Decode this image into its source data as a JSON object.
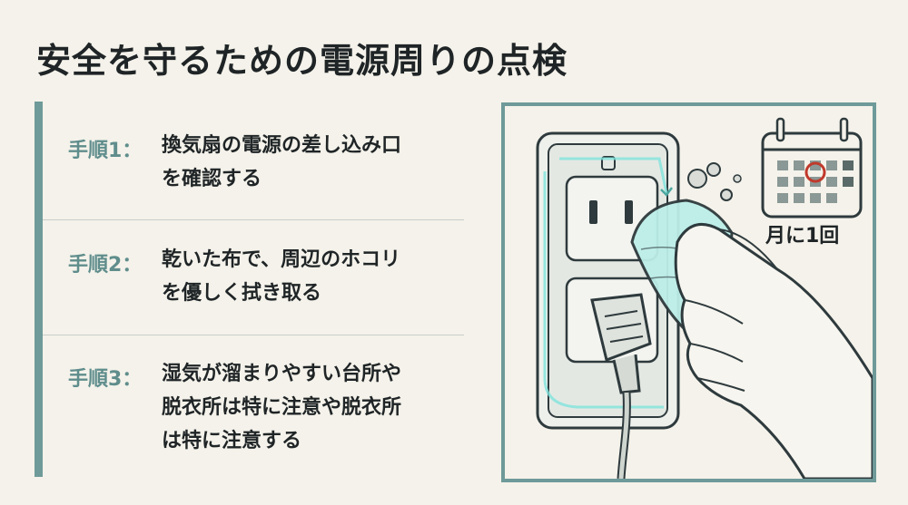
{
  "title": "安全を守るための電源周りの点検",
  "steps": [
    {
      "label": "手順1：",
      "lines": [
        "換気扇の電源の差し込み口",
        "を確認する"
      ]
    },
    {
      "label": "手順2：",
      "lines": [
        "乾いた布で、周辺のホコリ",
        "を優しく拭き取る"
      ]
    },
    {
      "label": "手順3：",
      "lines": [
        "湿気が溜まりやすい台所や",
        "脱衣所は特に注意や脱衣所",
        "は特に注意する"
      ]
    }
  ],
  "illustration": {
    "calendar_caption": "月に1回",
    "icons": [
      "outlet-icon",
      "plug-icon",
      "hand-with-cloth-icon",
      "calendar-icon",
      "dust-icon"
    ],
    "colors": {
      "accent": "#6e9a99",
      "highlight": "#7fe3dc",
      "calendar_mark": "#c0392b",
      "ink": "#2e3a3d"
    }
  }
}
